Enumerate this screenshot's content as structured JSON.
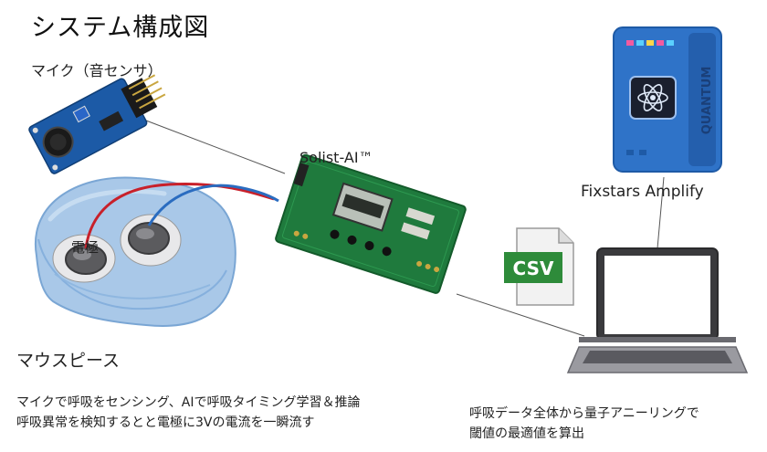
{
  "title": "システム構成図",
  "labels": {
    "mic": "マイク（音センサ）",
    "board": "Solist-AI™",
    "cloud": "Fixstars Amplify",
    "electrode": "電極",
    "mouthpiece": "マウスピース"
  },
  "csv_icon": {
    "text": "CSV",
    "icon": "csv-file-icon",
    "color": "#2e8b3a"
  },
  "quantum_box": {
    "text": "QUANTUM",
    "icon": "atom-icon",
    "color": "#2f73c8"
  },
  "descriptions": {
    "left_line1": "マイクで呼吸をセンシング、AIで呼吸タイミング学習＆推論",
    "left_line2": "呼吸異常を検知するとと電極に3Vの電流を一瞬流す",
    "right_line1": "呼吸データ全体から量子アニーリングで",
    "right_line2": "閾値の最適値を算出"
  }
}
